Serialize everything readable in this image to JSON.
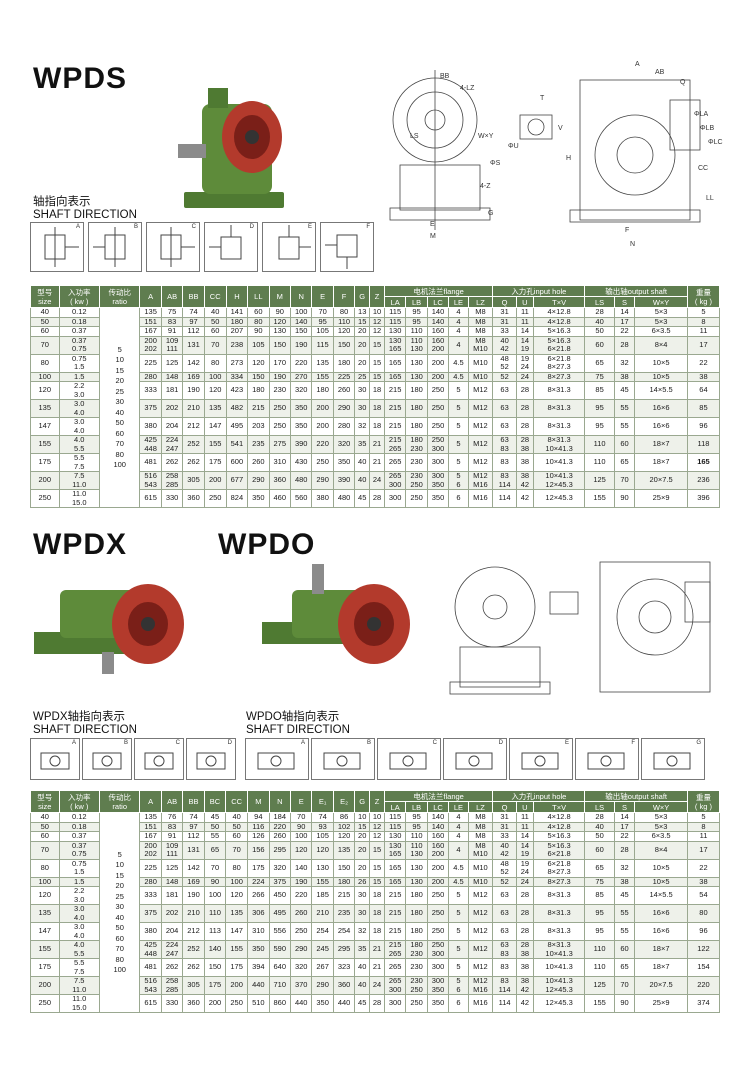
{
  "wpds": {
    "title": "WPDS",
    "caption_cn": "轴指向表示",
    "caption_en": "SHAFT DIRECTION",
    "shaft_labels": [
      "A",
      "B",
      "C",
      "D",
      "E",
      "F"
    ],
    "drawing_labels": [
      "BB",
      "4-LZ",
      "LS",
      "W×Y",
      "ΦU",
      "ΦS",
      "4-Z",
      "E",
      "M",
      "G",
      "T",
      "V",
      "A",
      "AB",
      "Q",
      "ΦLA",
      "ΦLB",
      "ΦLC",
      "H",
      "CC",
      "LL",
      "F",
      "N"
    ]
  },
  "wpdx": {
    "title": "WPDX",
    "caption_cn": "WPDX轴指向表示",
    "caption_en": "SHAFT DIRECTION",
    "shaft_labels": [
      "A",
      "B",
      "C",
      "D"
    ]
  },
  "wpdo": {
    "title": "WPDO",
    "caption_cn": "WPDO轴指向表示",
    "caption_en": "SHAFT DIRECTION",
    "shaft_labels": [
      "A",
      "B",
      "C",
      "D",
      "E",
      "F",
      "G"
    ]
  },
  "table1": {
    "headers_top": {
      "size": "型号\nsize",
      "power": "入功率\n( kw )",
      "ratio": "传动比\nratio",
      "A": "A",
      "AB": "AB",
      "BB": "BB",
      "CC": "CC",
      "H": "H",
      "LL": "LL",
      "M": "M",
      "N": "N",
      "E": "E",
      "F": "F",
      "G": "G",
      "Z": "Z",
      "flange": "电机法兰flange",
      "input": "入力孔input hole",
      "output": "输出轴output shaft",
      "weight": "重量\n( kg )"
    },
    "headers_sub": [
      "LA",
      "LB",
      "LC",
      "LE",
      "LZ",
      "Q",
      "U",
      "T×V",
      "LS",
      "S",
      "W×Y"
    ],
    "ratio_values": [
      "5",
      "10",
      "15",
      "20",
      "25",
      "30",
      "40",
      "50",
      "60",
      "70",
      "80",
      "100"
    ],
    "rows": [
      [
        "40",
        "0.12",
        "135",
        "75",
        "74",
        "40",
        "141",
        "60",
        "90",
        "100",
        "70",
        "80",
        "13",
        "10",
        "115",
        "95",
        "140",
        "4",
        "M8",
        "31",
        "11",
        "4×12.8",
        "28",
        "14",
        "5×3",
        "5"
      ],
      [
        "50",
        "0.18",
        "151",
        "83",
        "97",
        "50",
        "180",
        "80",
        "120",
        "140",
        "95",
        "110",
        "15",
        "12",
        "115",
        "95",
        "140",
        "4",
        "M8",
        "31",
        "11",
        "4×12.8",
        "40",
        "17",
        "5×3",
        "8"
      ],
      [
        "60",
        "0.37",
        "167",
        "91",
        "112",
        "60",
        "207",
        "90",
        "130",
        "150",
        "105",
        "120",
        "20",
        "12",
        "130",
        "110",
        "160",
        "4",
        "M8",
        "33",
        "14",
        "5×16.3",
        "50",
        "22",
        "6×3.5",
        "11"
      ],
      [
        "70",
        "0.37 / 0.75",
        "200 / 202",
        "109 / 111",
        "131",
        "70",
        "238",
        "105",
        "150",
        "190",
        "115",
        "150",
        "20",
        "15",
        "130 / 165",
        "110 / 130",
        "160 / 200",
        "4",
        "M8 / M10",
        "40 / 42",
        "14 / 19",
        "5×16.3 / 6×21.8",
        "60",
        "28",
        "8×4",
        "17"
      ],
      [
        "80",
        "0.75 / 1.5",
        "225",
        "125",
        "142",
        "80",
        "273",
        "120",
        "170",
        "220",
        "135",
        "180",
        "20",
        "15",
        "165",
        "130",
        "200",
        "4.5",
        "M10",
        "48 / 52",
        "19 / 24",
        "6×21.8 / 8×27.3",
        "65",
        "32",
        "10×5",
        "22"
      ],
      [
        "100",
        "1.5",
        "280",
        "148",
        "169",
        "100",
        "334",
        "150",
        "190",
        "270",
        "155",
        "225",
        "25",
        "15",
        "165",
        "130",
        "200",
        "4.5",
        "M10",
        "52",
        "24",
        "8×27.3",
        "75",
        "38",
        "10×5",
        "38"
      ],
      [
        "120",
        "2.2 / 3.0",
        "333",
        "181",
        "190",
        "120",
        "423",
        "180",
        "230",
        "320",
        "180",
        "260",
        "30",
        "18",
        "215",
        "180",
        "250",
        "5",
        "M12",
        "63",
        "28",
        "8×31.3",
        "85",
        "45",
        "14×5.5",
        "64"
      ],
      [
        "135",
        "3.0 / 4.0",
        "375",
        "202",
        "210",
        "135",
        "482",
        "215",
        "250",
        "350",
        "200",
        "290",
        "30",
        "18",
        "215",
        "180",
        "250",
        "5",
        "M12",
        "63",
        "28",
        "8×31.3",
        "95",
        "55",
        "16×6",
        "85"
      ],
      [
        "147",
        "3.0 / 4.0",
        "380",
        "204",
        "212",
        "147",
        "495",
        "203",
        "250",
        "350",
        "200",
        "280",
        "32",
        "18",
        "215",
        "180",
        "250",
        "5",
        "M12",
        "63",
        "28",
        "8×31.3",
        "95",
        "55",
        "16×6",
        "96"
      ],
      [
        "155",
        "4.0 / 5.5",
        "425 / 448",
        "224 / 247",
        "252",
        "155",
        "541",
        "235",
        "275",
        "390",
        "220",
        "320",
        "35",
        "21",
        "215 / 265",
        "180 / 230",
        "250 / 300",
        "5",
        "M12",
        "63 / 83",
        "28 / 38",
        "8×31.3 / 10×41.3",
        "110",
        "60",
        "18×7",
        "118"
      ],
      [
        "175",
        "5.5 / 7.5",
        "481",
        "262",
        "262",
        "175",
        "600",
        "260",
        "310",
        "430",
        "250",
        "350",
        "40",
        "21",
        "265",
        "230",
        "300",
        "5",
        "M12",
        "83",
        "38",
        "10×41.3",
        "110",
        "65",
        "18×7",
        "165"
      ],
      [
        "200",
        "7.5 / 11.0",
        "516 / 543",
        "258 / 285",
        "305",
        "200",
        "677",
        "290",
        "360",
        "480",
        "290",
        "390",
        "40",
        "24",
        "265 / 300",
        "230 / 250",
        "300 / 350",
        "5 / 6",
        "M12 / M16",
        "83 / 114",
        "38 / 42",
        "10×41.3 / 12×45.3",
        "125",
        "70",
        "20×7.5",
        "236"
      ],
      [
        "250",
        "11.0 / 15.0",
        "615",
        "330",
        "360",
        "250",
        "824",
        "350",
        "460",
        "560",
        "380",
        "480",
        "45",
        "28",
        "300",
        "250",
        "350",
        "6",
        "M16",
        "114",
        "42",
        "12×45.3",
        "155",
        "90",
        "25×9",
        "396"
      ]
    ]
  },
  "table2": {
    "headers_top": {
      "size": "型号\nsize",
      "power": "入功率\n( kw )",
      "ratio": "传动比\nratio",
      "A": "A",
      "AB": "AB",
      "BB": "BB",
      "BC": "BC",
      "CC": "CC",
      "M": "M",
      "N": "N",
      "E": "E",
      "E1": "E₁",
      "E2": "E₂",
      "G": "G",
      "Z": "Z",
      "flange": "电机法兰flange",
      "input": "入力孔input hole",
      "output": "输出轴output shaft",
      "weight": "重量\n( kg )"
    },
    "headers_sub": [
      "LA",
      "LB",
      "LC",
      "LE",
      "LZ",
      "Q",
      "U",
      "T×V",
      "LS",
      "S",
      "W×Y"
    ],
    "ratio_values": [
      "5",
      "10",
      "15",
      "20",
      "25",
      "30",
      "40",
      "50",
      "60",
      "70",
      "80",
      "100"
    ],
    "rows": [
      [
        "40",
        "0.12",
        "135",
        "76",
        "74",
        "45",
        "40",
        "94",
        "184",
        "70",
        "74",
        "86",
        "10",
        "10",
        "115",
        "95",
        "140",
        "4",
        "M8",
        "31",
        "11",
        "4×12.8",
        "28",
        "14",
        "5×3",
        "5"
      ],
      [
        "50",
        "0.18",
        "151",
        "83",
        "97",
        "50",
        "50",
        "116",
        "220",
        "90",
        "93",
        "102",
        "15",
        "12",
        "115",
        "95",
        "140",
        "4",
        "M8",
        "31",
        "11",
        "4×12.8",
        "40",
        "17",
        "5×3",
        "8"
      ],
      [
        "60",
        "0.37",
        "167",
        "91",
        "112",
        "55",
        "60",
        "126",
        "260",
        "100",
        "105",
        "120",
        "20",
        "12",
        "130",
        "110",
        "160",
        "4",
        "M8",
        "33",
        "14",
        "5×16.3",
        "50",
        "22",
        "6×3.5",
        "11"
      ],
      [
        "70",
        "0.37 / 0.75",
        "200 / 202",
        "109 / 111",
        "131",
        "65",
        "70",
        "156",
        "295",
        "120",
        "120",
        "135",
        "20",
        "15",
        "130 / 165",
        "110 / 130",
        "160 / 200",
        "4",
        "M8 / M10",
        "40 / 42",
        "14 / 19",
        "5×16.3 / 6×21.8",
        "60",
        "28",
        "8×4",
        "17"
      ],
      [
        "80",
        "0.75 / 1.5",
        "225",
        "125",
        "142",
        "70",
        "80",
        "175",
        "320",
        "140",
        "130",
        "150",
        "20",
        "15",
        "165",
        "130",
        "200",
        "4.5",
        "M10",
        "48 / 52",
        "19 / 24",
        "6×21.8 / 8×27.3",
        "65",
        "32",
        "10×5",
        "22"
      ],
      [
        "100",
        "1.5",
        "280",
        "148",
        "169",
        "90",
        "100",
        "224",
        "375",
        "190",
        "155",
        "180",
        "26",
        "15",
        "165",
        "130",
        "200",
        "4.5",
        "M10",
        "52",
        "24",
        "8×27.3",
        "75",
        "38",
        "10×5",
        "38"
      ],
      [
        "120",
        "2.2 / 3.0",
        "333",
        "181",
        "190",
        "100",
        "120",
        "266",
        "450",
        "220",
        "185",
        "215",
        "30",
        "18",
        "215",
        "180",
        "250",
        "5",
        "M12",
        "63",
        "28",
        "8×31.3",
        "85",
        "45",
        "14×5.5",
        "54"
      ],
      [
        "135",
        "3.0 / 4.0",
        "375",
        "202",
        "210",
        "110",
        "135",
        "306",
        "495",
        "260",
        "210",
        "235",
        "30",
        "18",
        "215",
        "180",
        "250",
        "5",
        "M12",
        "63",
        "28",
        "8×31.3",
        "95",
        "55",
        "16×6",
        "80"
      ],
      [
        "147",
        "3.0 / 4.0",
        "380",
        "204",
        "212",
        "113",
        "147",
        "310",
        "556",
        "250",
        "254",
        "254",
        "32",
        "18",
        "215",
        "180",
        "250",
        "5",
        "M12",
        "63",
        "28",
        "8×31.3",
        "95",
        "55",
        "16×6",
        "96"
      ],
      [
        "155",
        "4.0 / 5.5",
        "425 / 448",
        "224 / 247",
        "252",
        "140",
        "155",
        "350",
        "590",
        "290",
        "245",
        "295",
        "35",
        "21",
        "215 / 265",
        "180 / 230",
        "250 / 300",
        "5",
        "M12",
        "63 / 83",
        "28 / 38",
        "8×31.3 / 10×41.3",
        "110",
        "60",
        "18×7",
        "122"
      ],
      [
        "175",
        "5.5 / 7.5",
        "481",
        "262",
        "262",
        "150",
        "175",
        "394",
        "640",
        "320",
        "267",
        "323",
        "40",
        "21",
        "265",
        "230",
        "300",
        "5",
        "M12",
        "83",
        "38",
        "10×41.3",
        "110",
        "65",
        "18×7",
        "154"
      ],
      [
        "200",
        "7.5 / 11.0",
        "516 / 543",
        "258 / 285",
        "305",
        "175",
        "200",
        "440",
        "710",
        "370",
        "290",
        "360",
        "40",
        "24",
        "265 / 300",
        "230 / 250",
        "300 / 350",
        "5 / 6",
        "M12 / M16",
        "83 / 114",
        "38 / 42",
        "10×41.3 / 12×45.3",
        "125",
        "70",
        "20×7.5",
        "220"
      ],
      [
        "250",
        "11.0 / 15.0",
        "615",
        "330",
        "360",
        "200",
        "250",
        "510",
        "860",
        "440",
        "350",
        "440",
        "45",
        "28",
        "300",
        "250",
        "350",
        "6",
        "M16",
        "114",
        "42",
        "12×45.3",
        "155",
        "90",
        "25×9",
        "374"
      ]
    ]
  },
  "colors": {
    "gear_green": "#5e8b3a",
    "flange_red": "#b33a2c",
    "header_green": "#5f7d4f"
  }
}
